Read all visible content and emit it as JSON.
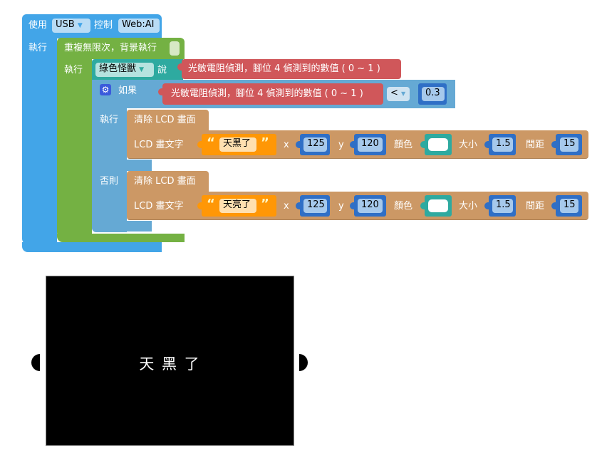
{
  "colors": {
    "board_block": "#42a5e8",
    "loop_block": "#74b143",
    "say_block": "#2eaaa0",
    "if_block": "#65a9d4",
    "sensor_block": "#d0575a",
    "lcd_block": "#cc9865",
    "text_block": "#ff9706",
    "number_block": "#2f6fc6",
    "lcd_screen_bg": "#000000",
    "lcd_text": "#ffffff"
  },
  "board_block": {
    "use_label": "使用",
    "connection": "USB",
    "control_label": "控制",
    "device": "Web:AI",
    "do_label": "執行"
  },
  "loop_block": {
    "label": "重複無限次，背景執行",
    "do_label": "執行"
  },
  "say_block": {
    "character": "綠色怪獸",
    "say_label": "說",
    "value_label": "光敏電阻偵測，腳位 4 偵測到的數值 ( 0 ~ 1 )"
  },
  "if_block": {
    "if_label": "如果",
    "condition_sensor": "光敏電阻偵測，腳位 4 偵測到的數值 ( 0 ~ 1 )",
    "operator": "<",
    "threshold": "0.3",
    "then_label": "執行",
    "else_label": "否則"
  },
  "then_branch": {
    "clear_label": "清除 LCD 畫面",
    "draw_label": "LCD 畫文字",
    "open_quote": "“",
    "text": "天黑了",
    "close_quote": "”",
    "x_label": "x",
    "x": "125",
    "y_label": "y",
    "y": "120",
    "color_label": "顏色",
    "color_value": "#ffffff",
    "size_label": "大小",
    "size": "1.5",
    "spacing_label": "間距",
    "spacing": "15"
  },
  "else_branch": {
    "clear_label": "清除 LCD 畫面",
    "draw_label": "LCD 畫文字",
    "open_quote": "“",
    "text": "天亮了",
    "close_quote": "”",
    "x_label": "x",
    "x": "125",
    "y_label": "y",
    "y": "120",
    "color_label": "顏色",
    "color_value": "#ffffff",
    "size_label": "大小",
    "size": "1.5",
    "spacing_label": "間距",
    "spacing": "15"
  },
  "lcd_preview": {
    "text": "天 黑 了"
  }
}
